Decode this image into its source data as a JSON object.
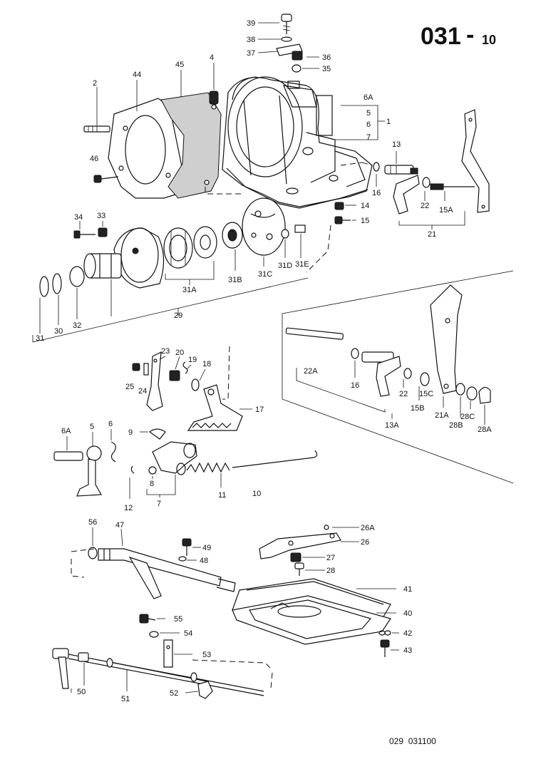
{
  "page": {
    "number_main": "031",
    "number_sep": "-",
    "number_sub": "10",
    "footer_code": "029  031100"
  },
  "labels": {
    "l39": "39",
    "l38": "38",
    "l37": "37",
    "l36": "36",
    "l35": "35",
    "l4": "4",
    "l2": "2",
    "l44": "44",
    "l45": "45",
    "l6A": "6A",
    "l5": "5",
    "l6": "6",
    "l7": "7",
    "l1": "1",
    "l46": "46",
    "l13": "13",
    "l16": "16",
    "l22": "22",
    "l15A": "15A",
    "l21": "21",
    "l14": "14",
    "l15": "15",
    "l34": "34",
    "l33": "33",
    "l31A": "31A",
    "l31B": "31B",
    "l31C": "31C",
    "l31D": "31D",
    "l31E": "31E",
    "l31": "31",
    "l30": "30",
    "l32": "32",
    "l29": "29",
    "l22A": "22A",
    "l16b": "16",
    "l22b": "22",
    "l15C": "15C",
    "l15B": "15B",
    "l21A": "21A",
    "l28B": "28B",
    "l28C": "28C",
    "l28A": "28A",
    "l13A": "13A",
    "l23": "23",
    "l20": "20",
    "l19": "19",
    "l18": "18",
    "l25": "25",
    "l24": "24",
    "l17": "17",
    "l6Ab": "6A",
    "l5b": "5",
    "l6b": "6",
    "l9": "9",
    "l8": "8",
    "l7b": "7",
    "l11": "11",
    "l10": "10",
    "l12": "12",
    "l56": "56",
    "l47": "47",
    "l49": "49",
    "l48": "48",
    "l26A": "26A",
    "l26": "26",
    "l27": "27",
    "l28": "28",
    "l41": "41",
    "l40": "40",
    "l55": "55",
    "l54": "54",
    "l53": "53",
    "l42": "42",
    "l43": "43",
    "l50": "50",
    "l51": "51",
    "l52": "52"
  }
}
